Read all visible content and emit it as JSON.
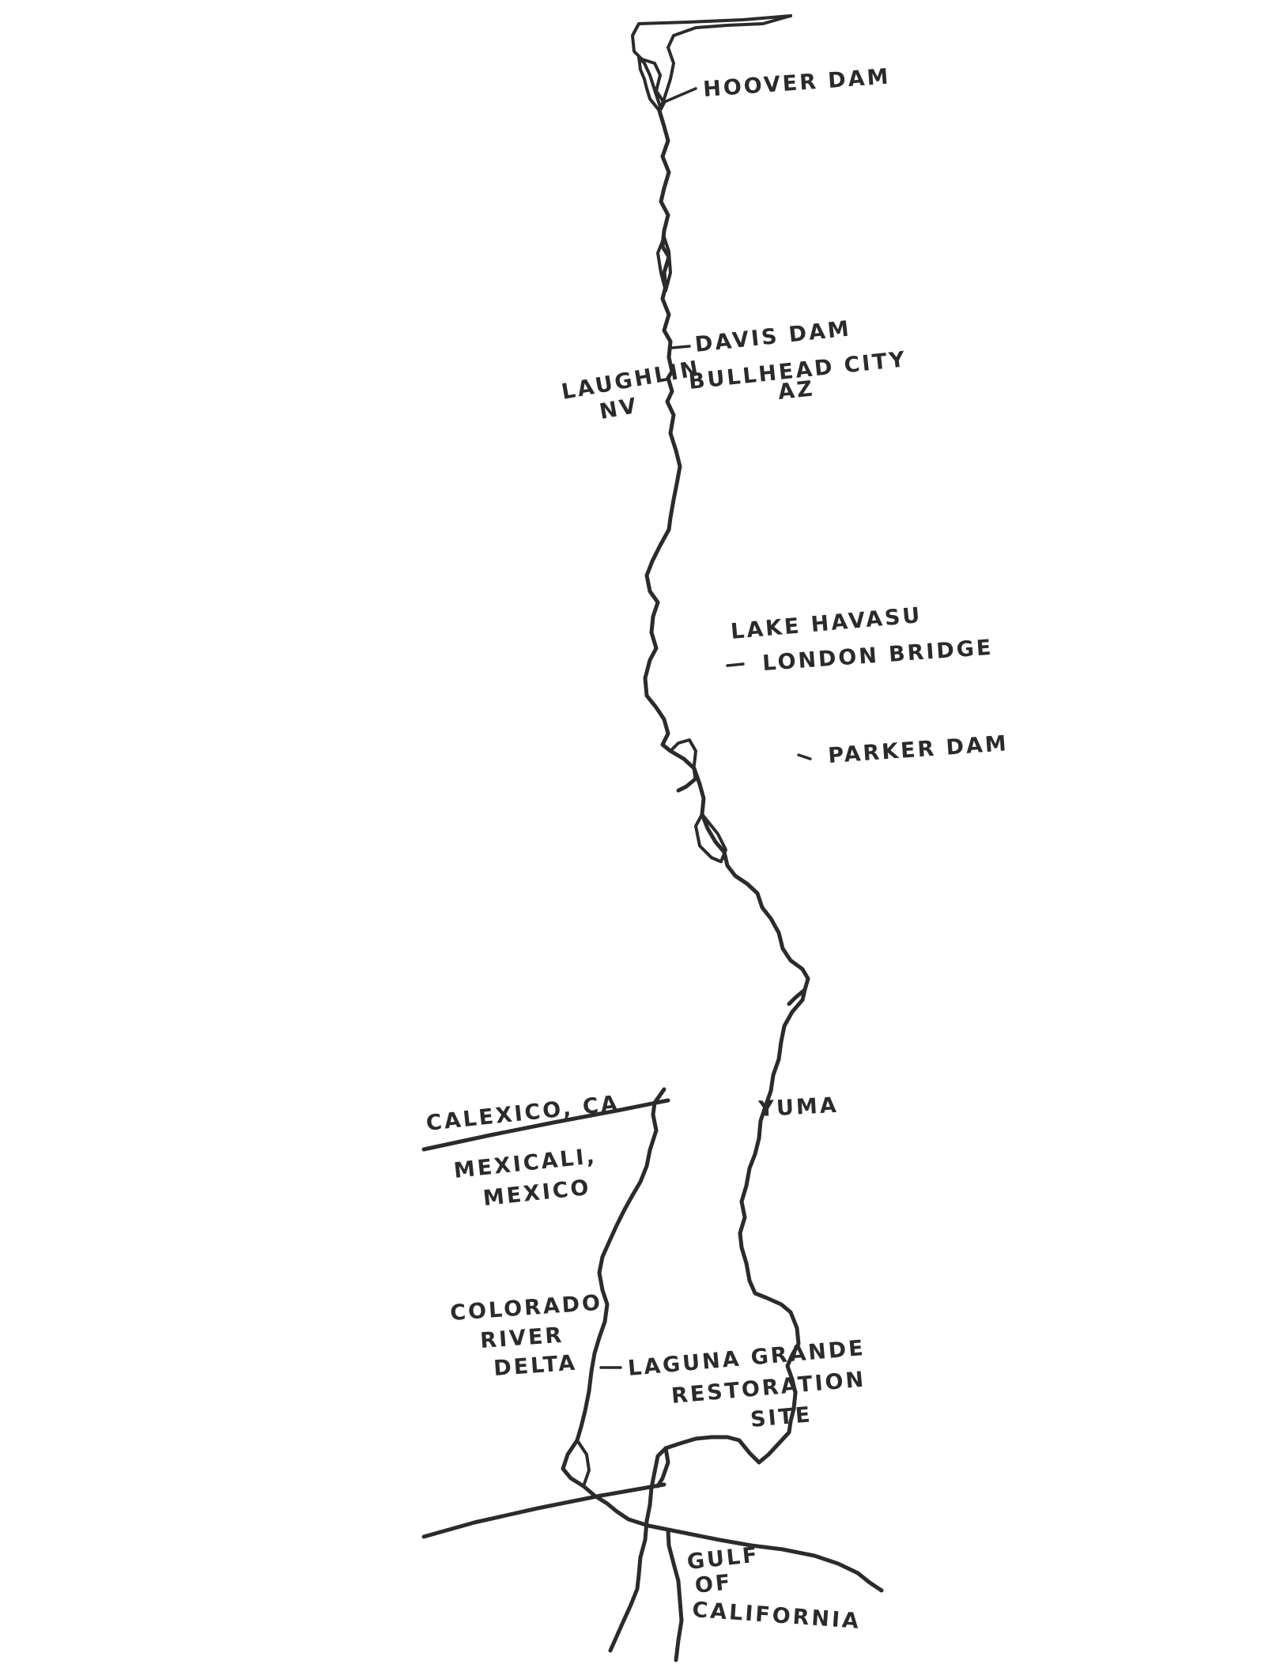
{
  "map": {
    "labels": {
      "hoover_dam": "HOOVER DAM",
      "davis_dam": "DAVIS DAM",
      "bullhead_line1": "BULLHEAD CITY",
      "bullhead_line2": "AZ",
      "laughlin_line1": "LAUGHLIN",
      "laughlin_line2": "NV",
      "lake_havasu": "LAKE HAVASU",
      "london_bridge": "LONDON BRIDGE",
      "parker_dam": "PARKER DAM",
      "calexico": "CALEXICO, CA",
      "mexicali_line1": "MEXICALI,",
      "mexicali_line2": "MEXICO",
      "yuma": "YUMA",
      "delta_line1": "COLORADO",
      "delta_line2": "RIVER",
      "delta_line3": "DELTA",
      "laguna_line1": "LAGUNA GRANDE",
      "laguna_line2": "RESTORATION",
      "laguna_line3": "SITE",
      "gulf_line1": "GULF",
      "gulf_line2": "OF",
      "gulf_line3": "CALIFORNIA"
    },
    "colors": {
      "ink": "#2b2b2b",
      "paper": "#ffffff"
    }
  }
}
